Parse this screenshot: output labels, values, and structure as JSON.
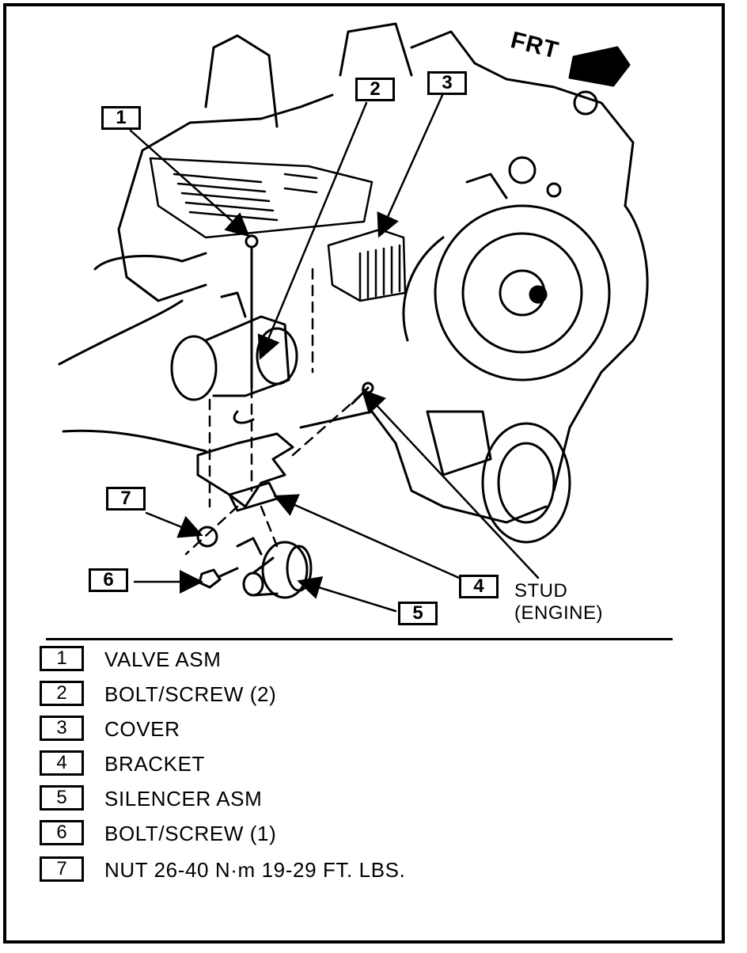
{
  "diagram": {
    "orientation_label": "FRT",
    "stud_label_line1": "STUD",
    "stud_label_line2": "(ENGINE)",
    "callouts": [
      "1",
      "2",
      "3",
      "4",
      "5",
      "6",
      "7"
    ]
  },
  "legend": {
    "items": [
      {
        "number": "1",
        "text": "VALVE ASM"
      },
      {
        "number": "2",
        "text": "BOLT/SCREW (2)"
      },
      {
        "number": "3",
        "text": "COVER"
      },
      {
        "number": "4",
        "text": "BRACKET"
      },
      {
        "number": "5",
        "text": "SILENCER ASM"
      },
      {
        "number": "6",
        "text": "BOLT/SCREW (1)"
      },
      {
        "number": "7",
        "text": "NUT 26-40 N·m 19-29 FT. LBS."
      }
    ]
  }
}
